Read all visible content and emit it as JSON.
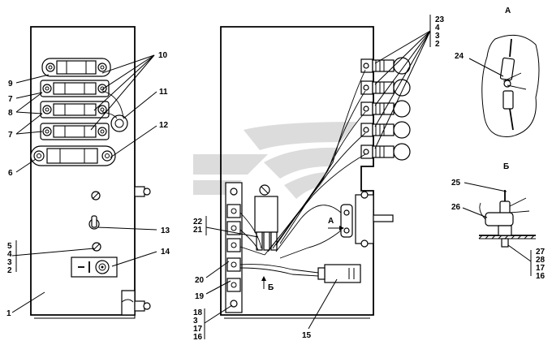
{
  "left_panel": {
    "callouts": {
      "c10": "10",
      "c9": "9",
      "c7a": "7",
      "c8": "8",
      "c7b": "7",
      "c11": "11",
      "c12": "12",
      "c6": "6",
      "c13": "13",
      "c14": "14",
      "c1": "1"
    },
    "stack_5432": [
      "5",
      "4",
      "3",
      "2"
    ]
  },
  "middle_panel": {
    "stack_23432": [
      "23",
      "4",
      "3",
      "2"
    ],
    "stack_2221": [
      "22",
      "21"
    ],
    "stack_1831716": [
      "18",
      "3",
      "17",
      "16"
    ],
    "callouts": {
      "c20": "20",
      "c19": "19",
      "c15": "15"
    },
    "view_arrow_a": "А",
    "view_arrow_b": "Б"
  },
  "detail_a": {
    "title": "А",
    "callout": "24"
  },
  "detail_b": {
    "title": "Б",
    "callouts": {
      "c25": "25",
      "c26": "26"
    },
    "stack": [
      "27",
      "28",
      "17",
      "16"
    ]
  },
  "colors": {
    "ink": "#000000",
    "watermark": "#d9d9d9"
  }
}
